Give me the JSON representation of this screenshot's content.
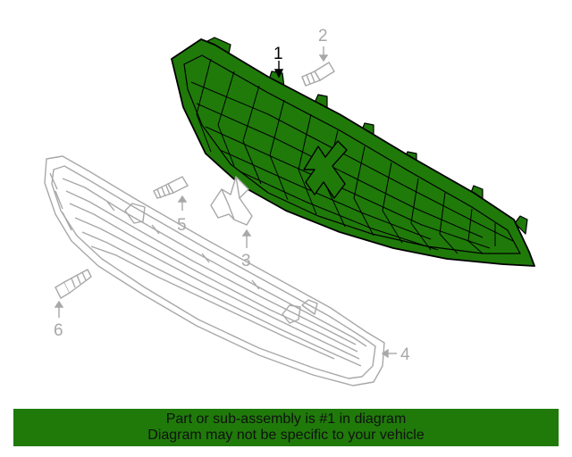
{
  "diagram": {
    "parts": [
      {
        "number": "1",
        "highlighted": true
      },
      {
        "number": "2",
        "highlighted": false
      },
      {
        "number": "3",
        "highlighted": false
      },
      {
        "number": "4",
        "highlighted": false
      },
      {
        "number": "5",
        "highlighted": false
      },
      {
        "number": "6",
        "highlighted": false
      }
    ],
    "colors": {
      "highlight_fill": "#1f7a0a",
      "outline": "#000000",
      "ghost_line": "#a8a8a8",
      "banner_bg": "#1f7a0a"
    }
  },
  "banner": {
    "line1": "Part or sub-assembly is #1 in diagram",
    "line2": "Diagram may not be specific to your vehicle"
  }
}
